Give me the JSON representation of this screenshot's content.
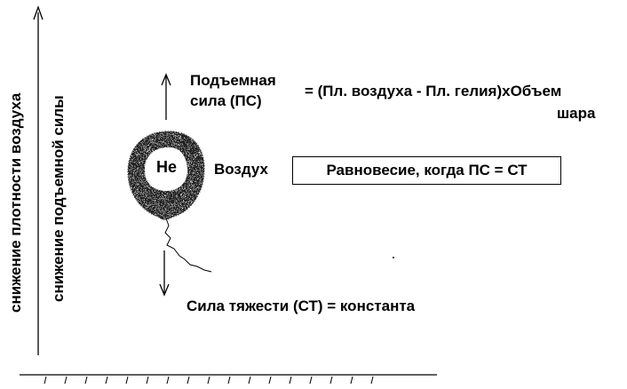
{
  "axes": {
    "outer_label": "снижение плотности воздуха",
    "inner_label": "снижение подъемной силы"
  },
  "balloon": {
    "gas_label": "Не",
    "air_label": "Воздух"
  },
  "lift": {
    "label_line1": "Подъемная",
    "label_line2": "сила  (ПС)",
    "formula_line1": "= (Пл. воздуха - Пл. гелия)хОбъем",
    "formula_line2": "шара"
  },
  "equilibrium": {
    "text": "Равновесие, когда ПС = СТ"
  },
  "gravity": {
    "label": "Сила тяжести (СТ)  = константа"
  }
}
